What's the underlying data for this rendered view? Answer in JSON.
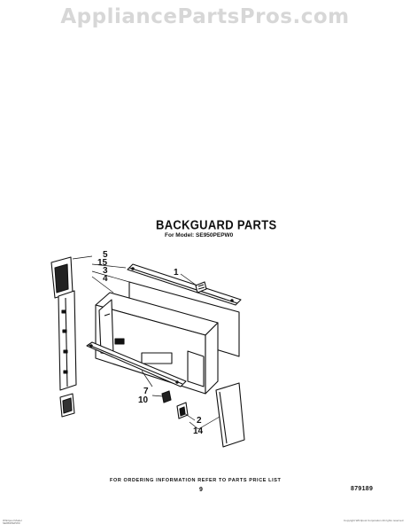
{
  "watermark": "AppliancePartsPros.com",
  "header": {
    "title": "BACKGUARD PARTS",
    "model_line": "For Model: SE950PEPW0"
  },
  "callouts": {
    "c5": "5",
    "c15": "15",
    "c3": "3",
    "c4": "4",
    "c1": "1",
    "c7": "7",
    "c10": "10",
    "c2": "2",
    "c14": "14"
  },
  "footer": {
    "ordering_note": "FOR ORDERING INFORMATION REFER TO PARTS PRICE LIST",
    "page_number": "9",
    "diagram_number": "879189"
  },
  "fine_print": {
    "left": "Whirlpool Model SE950PEPW0",
    "right": "Copyright Whirlpool Corporation All rights reserved"
  }
}
